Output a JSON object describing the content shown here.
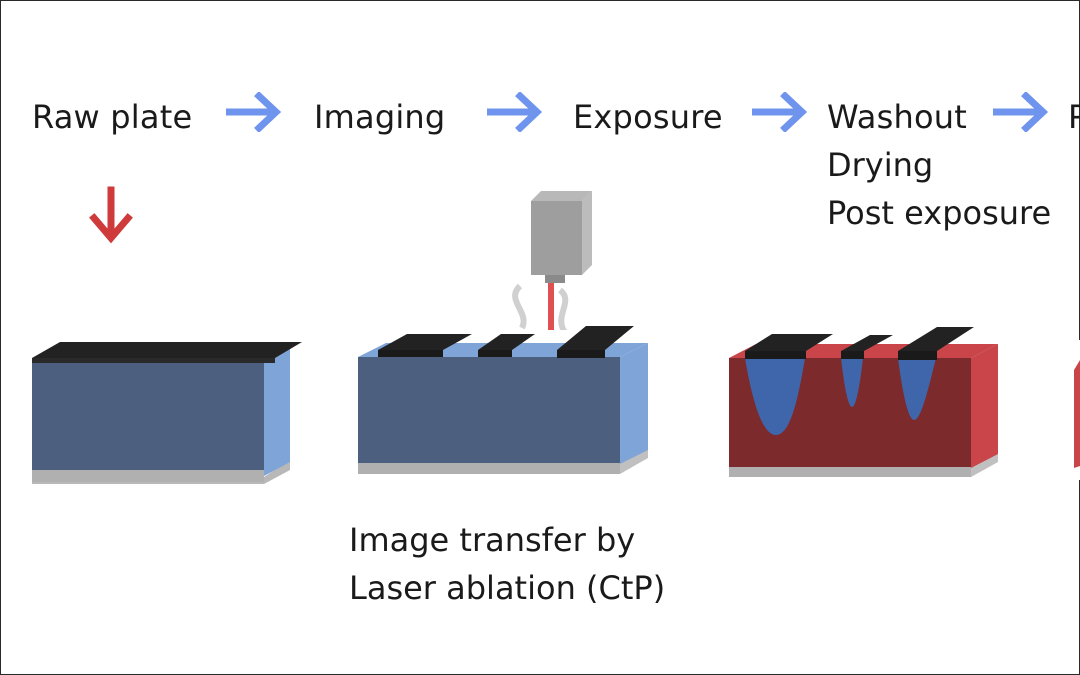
{
  "steps": [
    {
      "label": "Raw plate"
    },
    {
      "label": "Imaging"
    },
    {
      "label": "Exposure"
    },
    {
      "label": "Washout"
    },
    {
      "label": "P"
    }
  ],
  "washout_extra": [
    "Drying",
    "Post exposure"
  ],
  "caption": [
    "Image transfer by",
    "Laser ablation (CtP)"
  ],
  "colors": {
    "arrow": "#6f94ee",
    "down_arrow": "#cf3b3b",
    "plate_front": "#4d5f7e",
    "plate_side": "#7fa4d8",
    "plate_top": "#7fa4d8",
    "mask": "#222222",
    "exposed_front": "#7d2a2c",
    "exposed_side": "#c9454a",
    "laser": "#e05050",
    "laser_head": "#9e9e9e"
  },
  "icons": [
    "right-arrow-icon",
    "down-arrow-icon",
    "laser-head-icon"
  ]
}
